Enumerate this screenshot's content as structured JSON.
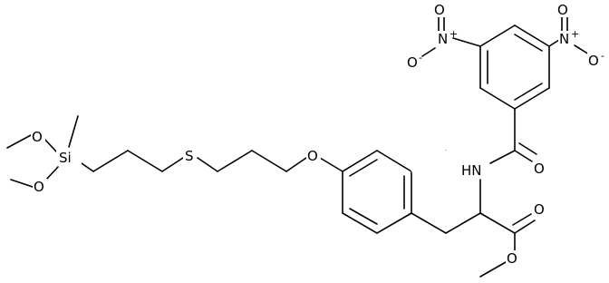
{
  "figure": {
    "kind": "chemical-structure",
    "atom_labels": {
      "o_methoxy_upper": "O",
      "o_methoxy_lower": "O",
      "si": "Si",
      "s": "S",
      "o_ether": "O",
      "nh": "HN",
      "o_amide": "O",
      "o_ester_carbonyl": "O",
      "o_ester_alkoxy": "O",
      "n_nitro_left": "N",
      "n_nitro_left_plus": "+",
      "o_nitro_left_top": "O",
      "o_nitro_left_minus": "O",
      "o_nitro_left_minus_sign": "-",
      "n_nitro_right": "N",
      "n_nitro_right_plus": "+",
      "o_nitro_right_top": "O",
      "o_nitro_right_minus": "O",
      "o_nitro_right_minus_sign": "-"
    }
  }
}
